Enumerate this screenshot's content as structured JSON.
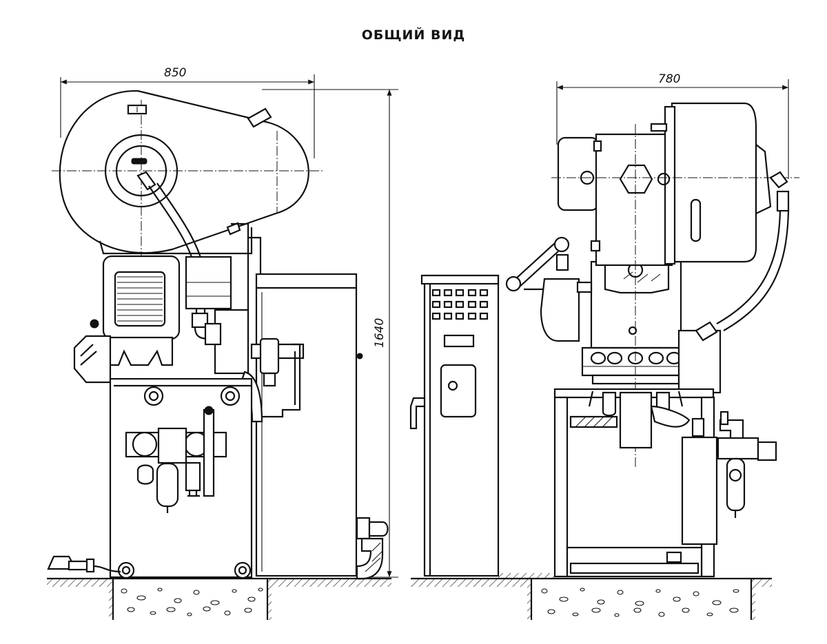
{
  "title": "ОБЩИЙ ВИД",
  "dimensions": {
    "front_width": "850",
    "height": "1640",
    "side_width": "780"
  }
}
